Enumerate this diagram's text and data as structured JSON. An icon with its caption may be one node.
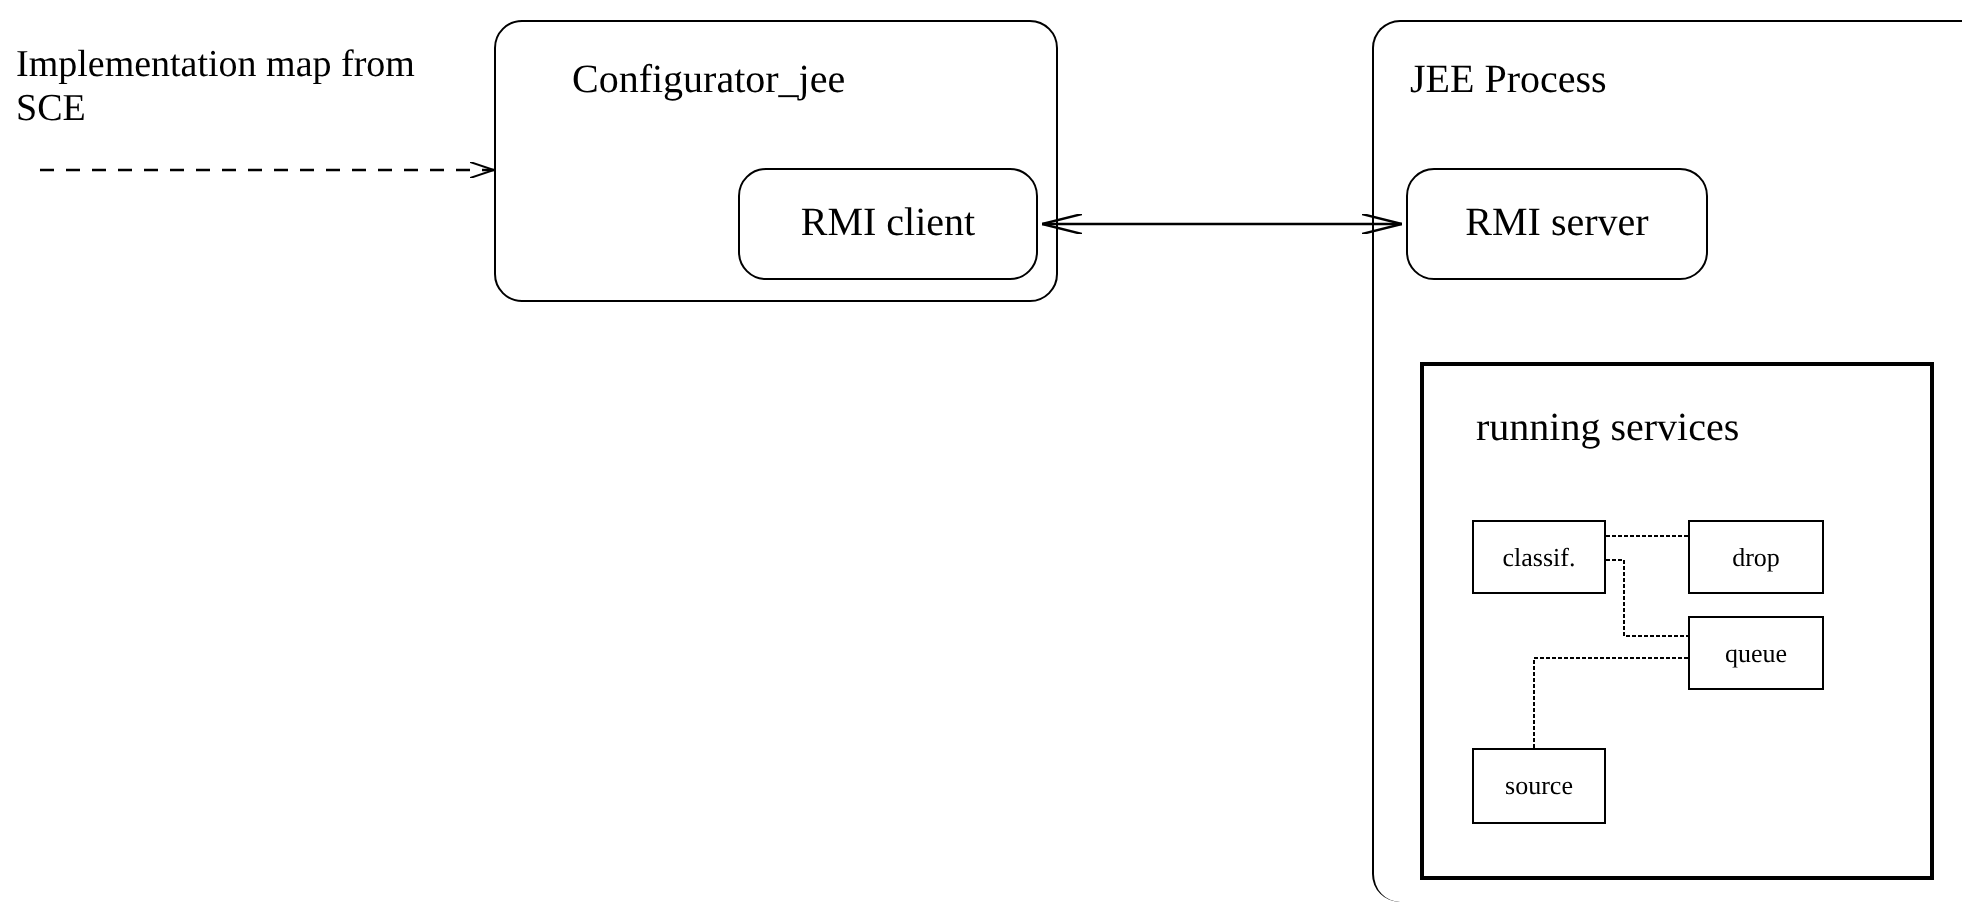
{
  "diagram": {
    "nodes": [
      {
        "text": [
          "Configurator_jee"
        ]
      },
      {
        "text": [
          "RMI client"
        ],
        "in": 0
      },
      {
        "text": [
          "JEE Process"
        ]
      },
      {
        "text": [
          "RMI server"
        ],
        "in": 2
      },
      {
        "text": [
          "running services"
        ],
        "in": 2
      },
      {
        "text": [
          "classif."
        ],
        "in": 4
      },
      {
        "text": [
          "drop"
        ],
        "in": 4
      },
      {
        "text": [
          "queue"
        ],
        "in": 4
      },
      {
        "text": [
          "source"
        ],
        "in": 4
      }
    ],
    "edges": [
      {
        "from": null,
        "to": 0,
        "arrow": "to",
        "style": "dashed",
        "label": "Implementation map from SCE"
      },
      {
        "from": 1,
        "to": 3,
        "arrow": "both"
      },
      {
        "from": 5,
        "to": 6,
        "arrow": "none",
        "style": "dashed"
      },
      {
        "from": 5,
        "to": 7,
        "arrow": "none",
        "style": "dashed"
      },
      {
        "from": 8,
        "to": 7,
        "arrow": "none",
        "style": "dashed"
      }
    ]
  }
}
